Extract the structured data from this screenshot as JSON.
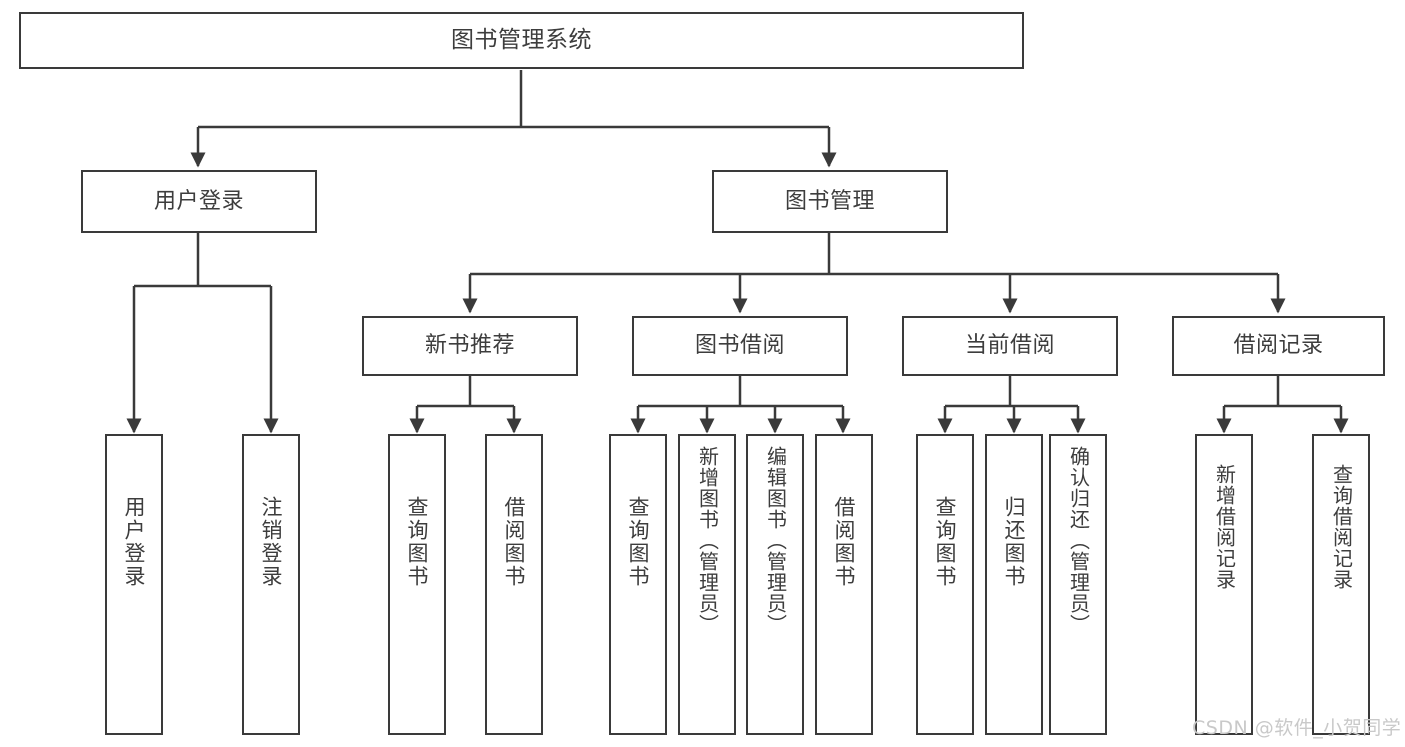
{
  "diagram": {
    "type": "tree-hierarchy-chart",
    "title": "图书管理系统",
    "line_color": "#3a3a3a",
    "text_color": "#3d3d3d",
    "background_color": "#ffffff",
    "watermark": "CSDN @软件_小贺同学",
    "watermark_color": "#c9c9c9"
  },
  "nodes": {
    "root": {
      "label": "图书管理系统"
    },
    "level2": [
      {
        "label": "用户登录"
      },
      {
        "label": "图书管理"
      }
    ],
    "level3": [
      {
        "label": "新书推荐"
      },
      {
        "label": "图书借阅"
      },
      {
        "label": "当前借阅"
      },
      {
        "label": "借阅记录"
      }
    ],
    "leaves": {
      "user_login": [
        {
          "label": "用户登录"
        },
        {
          "label": "注销登录"
        }
      ],
      "new_book": [
        {
          "label": "查询图书"
        },
        {
          "label": "借阅图书"
        }
      ],
      "book_borrow": [
        {
          "label": "查询图书"
        },
        {
          "label": "新增图书（管理员）"
        },
        {
          "label": "编辑图书（管理员）"
        },
        {
          "label": "借阅图书"
        }
      ],
      "current_borrow": [
        {
          "label": "查询图书"
        },
        {
          "label": "归还图书"
        },
        {
          "label": "确认归还（管理员）"
        }
      ],
      "borrow_record": [
        {
          "label": "新增借阅记录"
        },
        {
          "label": "查询借阅记录"
        }
      ]
    }
  }
}
